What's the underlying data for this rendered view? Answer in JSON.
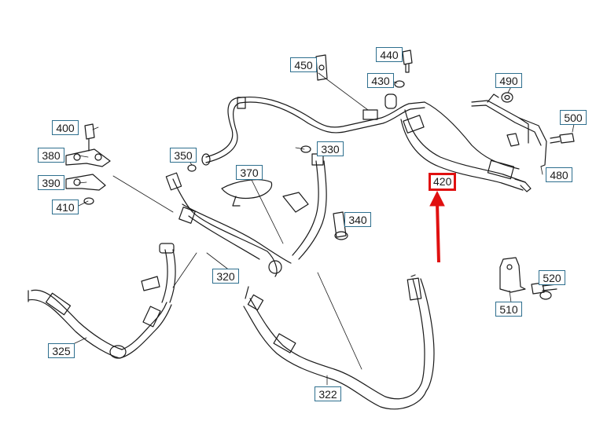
{
  "callouts": {
    "c440": "440",
    "c450": "450",
    "c430": "430",
    "c490": "490",
    "c500": "500",
    "c400": "400",
    "c380": "380",
    "c350": "350",
    "c330": "330",
    "c370": "370",
    "c420": "420",
    "c480": "480",
    "c390": "390",
    "c410": "410",
    "c340": "340",
    "c320": "320",
    "c520": "520",
    "c510": "510",
    "c325": "325",
    "c322": "322"
  },
  "highlighted_part": "420",
  "colors": {
    "line": "#1a1a1a",
    "callout_border": "#2e6f8e",
    "highlight": "#e01010",
    "background": "#ffffff"
  }
}
